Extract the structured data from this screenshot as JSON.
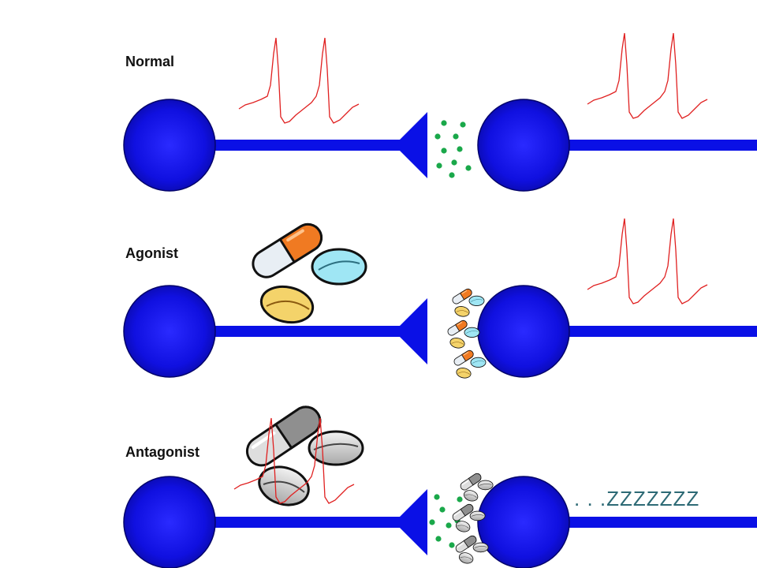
{
  "rows": [
    {
      "id": "normal",
      "label": "Normal",
      "state": "neurotransmitter released, postsynaptic neuron fires"
    },
    {
      "id": "agonist",
      "label": "Agonist",
      "state": "drug mimics neurotransmitter, postsynaptic neuron fires"
    },
    {
      "id": "antagonist",
      "label": "Antagonist",
      "state": "drug blocks receptors, postsynaptic neuron silent"
    }
  ],
  "sleep_text": ". . .ZZZZZZZ",
  "colors": {
    "neuron_fill": "#1010e0",
    "axon": "#0a10e6",
    "action_potential": "#e02020",
    "neurotransmitter": "#1aa84a",
    "pill_orange": "#f07a22",
    "pill_yellow": "#f4d36a",
    "pill_cyan": "#9fe6f4",
    "pill_gray": "#8f8f8f",
    "sleep_text": "#2d6a75"
  },
  "icons": [
    "neuron-body",
    "axon-terminal",
    "action-potential-trace",
    "drug-pill-capsule",
    "drug-pill-tablet"
  ]
}
